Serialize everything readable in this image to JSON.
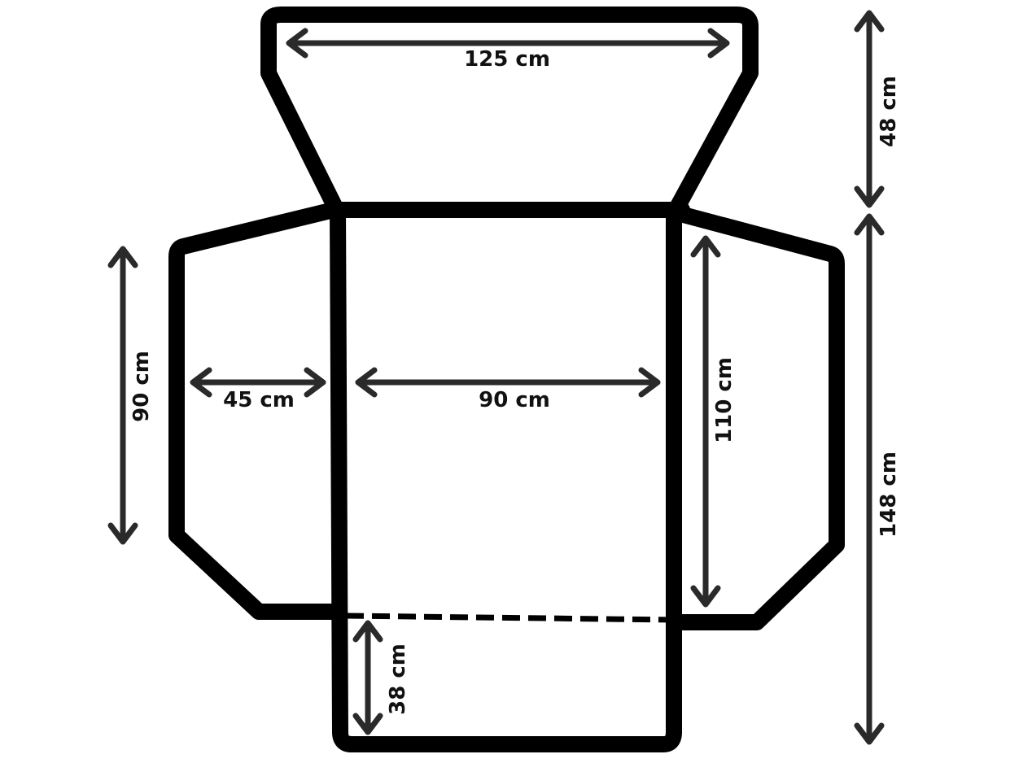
{
  "diagram": {
    "labels": {
      "top_width": "125 cm",
      "top_height": "48 cm",
      "total_height": "148 cm",
      "left_flap_height": "90 cm",
      "left_flap_width": "45 cm",
      "seat_width": "90 cm",
      "right_flap_height": "110 cm",
      "front_height": "38 cm"
    },
    "colors": {
      "outline": "#000000",
      "arrow": "#2a2a2a"
    }
  }
}
